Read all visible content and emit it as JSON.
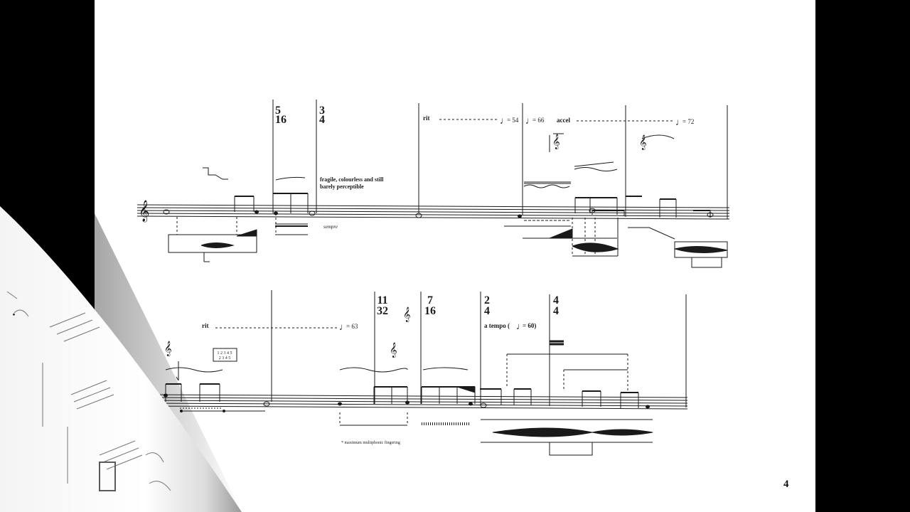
{
  "page": {
    "page_number": "4",
    "colors": {
      "background": "#000000",
      "paper": "#ffffff",
      "ink": "#1a1a1a"
    }
  },
  "system1": {
    "time_signatures": [
      {
        "top": "5",
        "bottom": "16"
      },
      {
        "top": "3",
        "bottom": "4"
      }
    ],
    "expression": [
      "fragile, colourless and still",
      "barely perceptible"
    ],
    "rit": "rit",
    "tempo_54": "= 54",
    "tempo_66": "= 66",
    "accel": "accel",
    "tempo_72": "= 72",
    "sempre": "sempre"
  },
  "system2": {
    "rit": "rit",
    "tempo_63": "= 63",
    "fingering_box": [
      "1 2 3 4 5",
      "2 3 4 5"
    ],
    "time_signatures": [
      {
        "top": "11",
        "bottom": "32"
      },
      {
        "top": "7",
        "bottom": "16"
      },
      {
        "top": "2",
        "bottom": "4"
      },
      {
        "top": "4",
        "bottom": "4"
      }
    ],
    "a_tempo": "a tempo (",
    "a_tempo_value": "= 60)",
    "footnote": "* maximum multiphonic fingering"
  }
}
